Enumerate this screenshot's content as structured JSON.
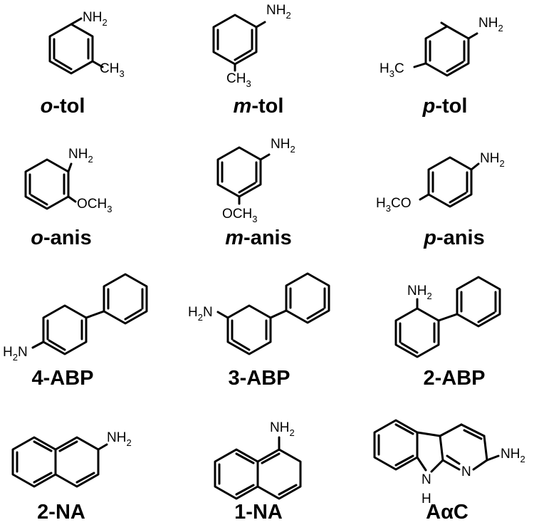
{
  "groups": {
    "nh2": "NH",
    "h2n": "H",
    "h2n_n": "N",
    "ch3": "CH",
    "h3c_h": "H",
    "h3c_c": "C",
    "och3": "OCH",
    "h3co_h": "H",
    "h3co_co": "CO",
    "sub2": "2",
    "sub3": "3",
    "n": "N",
    "h": "H"
  },
  "compounds": [
    {
      "prefix": "o",
      "suffix": "-tol"
    },
    {
      "prefix": "m",
      "suffix": "-tol"
    },
    {
      "prefix": "p",
      "suffix": "-tol"
    },
    {
      "prefix": "o",
      "suffix": "-anis"
    },
    {
      "prefix": "m",
      "suffix": "-anis"
    },
    {
      "prefix": "p",
      "suffix": "-anis"
    },
    {
      "label": "4-ABP"
    },
    {
      "label": "3-ABP"
    },
    {
      "label": "2-ABP"
    },
    {
      "label": "2-NA"
    },
    {
      "label": "1-NA"
    },
    {
      "label": "AαC"
    }
  ]
}
